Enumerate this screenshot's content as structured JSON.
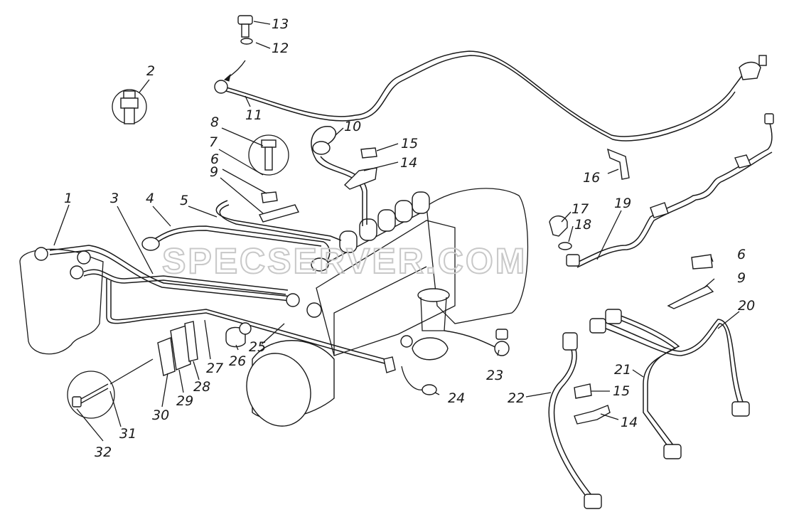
{
  "watermark": "SPECSERVER.COM",
  "colors": {
    "ink": "#1a1a1a",
    "watermark": "#c8c8c8",
    "background": "#ffffff"
  },
  "callouts": {
    "c1": "1",
    "c2": "2",
    "c3": "3",
    "c4": "4",
    "c5": "5",
    "c6a": "6",
    "c6b": "6",
    "c7": "7",
    "c8": "8",
    "c9a": "9",
    "c9b": "9",
    "c10": "10",
    "c11": "11",
    "c12": "12",
    "c13": "13",
    "c14a": "14",
    "c14b": "14",
    "c15a": "15",
    "c15b": "15",
    "c16": "16",
    "c17": "17",
    "c18": "18",
    "c19": "19",
    "c20": "20",
    "c21": "21",
    "c22": "22",
    "c23": "23",
    "c24": "24",
    "c25": "25",
    "c26": "26",
    "c27": "27",
    "c28": "28",
    "c29": "29",
    "c30": "30",
    "c31": "31",
    "c32": "32"
  }
}
